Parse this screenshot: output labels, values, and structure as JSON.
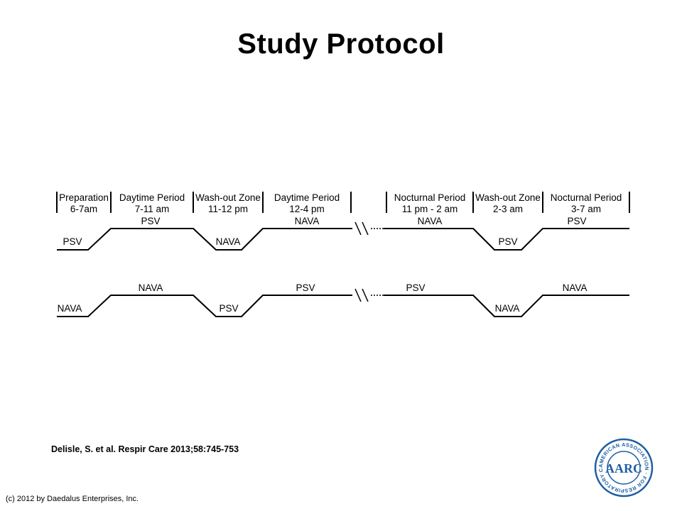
{
  "title": "Study Protocol",
  "periods": [
    {
      "name": "Preparation",
      "time": "6-7am"
    },
    {
      "name": "Daytime Period",
      "time": "7-11 am"
    },
    {
      "name": "Wash-out Zone",
      "time": "11-12 pm"
    },
    {
      "name": "Daytime Period",
      "time": "12-4 pm"
    },
    {
      "name": "Nocturnal Period",
      "time": "11 pm - 2 am"
    },
    {
      "name": "Wash-out Zone",
      "time": "2-3 am"
    },
    {
      "name": "Nocturnal Period",
      "time": "3-7 am"
    }
  ],
  "sequence_a": {
    "labels": [
      "PSV",
      "PSV",
      "NAVA",
      "NAVA",
      "NAVA",
      "PSV",
      "PSV"
    ]
  },
  "sequence_b": {
    "labels": [
      "NAVA",
      "NAVA",
      "PSV",
      "PSV",
      "PSV",
      "NAVA",
      "NAVA"
    ]
  },
  "citation": "Delisle, S. et al. Respir Care 2013;58:745-753",
  "copyright": "(c) 2012 by Daedalus Enterprises, Inc.",
  "logo": {
    "text": "AMERICAN ASSOCIATION FOR RESPIRATORY CARE",
    "monogram": "AARC",
    "color": "#1f5fa3"
  }
}
